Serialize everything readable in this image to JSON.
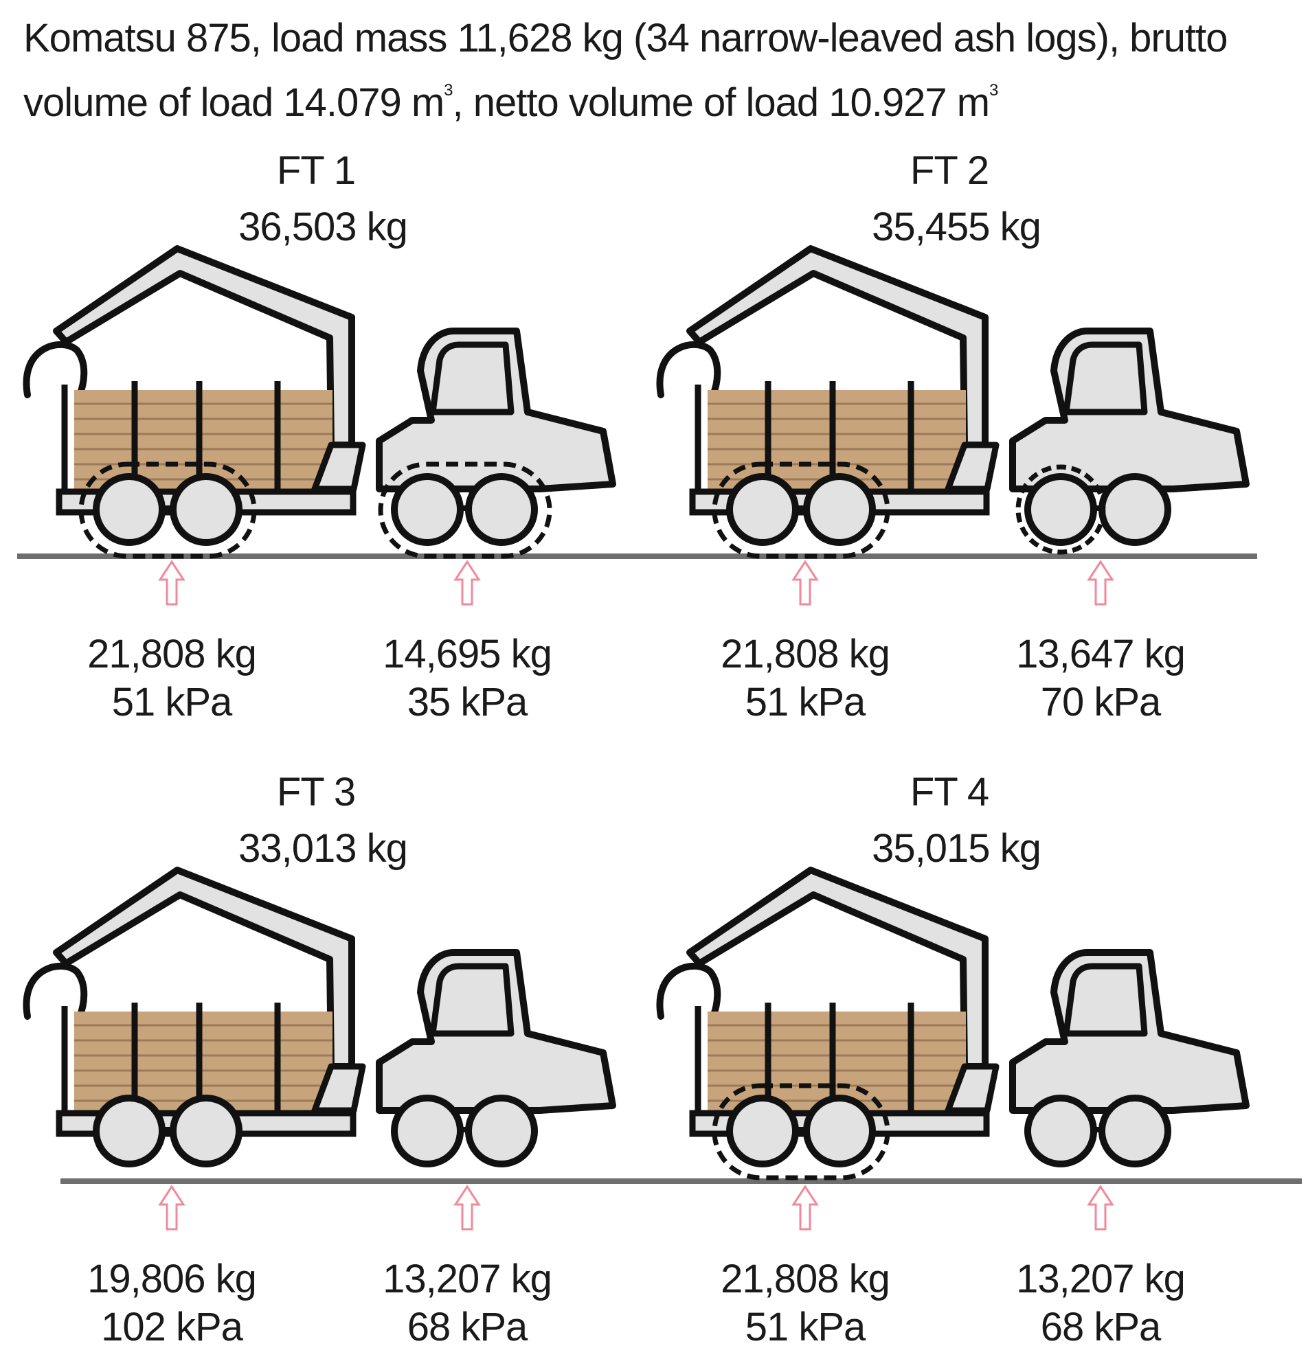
{
  "header": {
    "line1": "Komatsu 875, load mass 11,628 kg (34 narrow-leaved ash logs), brutto",
    "line2_a": "volume of load 14.079 m",
    "line2_sup1": "3",
    "line2_b": ", netto volume of load 10.927 m",
    "line2_sup2": "3"
  },
  "forwarders": [
    {
      "id": "FT 1",
      "total": "36,503 kg",
      "rear_bogie_tracks": true,
      "front_bogie_tracks": true,
      "front_single_chains": false,
      "rear": {
        "mass": "21,808 kg",
        "pressure": "51 kPa"
      },
      "front": {
        "mass": "14,695 kg",
        "pressure": "35 kPa"
      }
    },
    {
      "id": "FT 2",
      "total": "35,455 kg",
      "rear_bogie_tracks": true,
      "front_bogie_tracks": false,
      "front_single_chains": true,
      "rear": {
        "mass": "21,808 kg",
        "pressure": "51 kPa"
      },
      "front": {
        "mass": "13,647 kg",
        "pressure": "70 kPa"
      }
    },
    {
      "id": "FT 3",
      "total": "33,013 kg",
      "rear_bogie_tracks": false,
      "front_bogie_tracks": false,
      "front_single_chains": false,
      "rear": {
        "mass": "19,806 kg",
        "pressure": "102 kPa"
      },
      "front": {
        "mass": "13,207 kg",
        "pressure": "68 kPa"
      }
    },
    {
      "id": "FT 4",
      "total": "35,015 kg",
      "rear_bogie_tracks": true,
      "front_bogie_tracks": false,
      "front_single_chains": false,
      "rear": {
        "mass": "21,808 kg",
        "pressure": "51 kPa"
      },
      "front": {
        "mass": "13,207 kg",
        "pressure": "68 kPa"
      }
    }
  ],
  "colors": {
    "machine_fill": "#e2e2e2",
    "outline": "#111111",
    "logs": "#c8a47c",
    "log_lines": "#9a7a58",
    "ground": "#6e6e6e",
    "arrow": "#f08a9a",
    "text": "#1a1a1a"
  }
}
